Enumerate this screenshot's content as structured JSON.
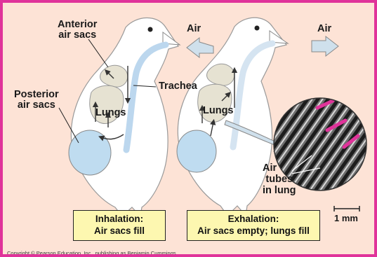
{
  "labels": {
    "anterior_air_sacs": [
      "Anterior",
      "air sacs"
    ],
    "posterior_air_sacs": [
      "Posterior",
      "air sacs"
    ],
    "trachea": "Trachea",
    "lungs_left": "Lungs",
    "lungs_right": "Lungs",
    "air_in": "Air",
    "air_out": "Air",
    "air_tubes": [
      "Air",
      "tubes",
      "in lung"
    ],
    "scale_bar": "1 mm"
  },
  "boxes": {
    "inhalation": {
      "title": "Inhalation:",
      "text": "Air sacs fill"
    },
    "exhalation": {
      "title": "Exhalation:",
      "text": "Air sacs empty; lungs fill"
    }
  },
  "copyright": "Copyright © Pearson Education, Inc., publishing as Benjamin Cummings.",
  "colors": {
    "background": "#fde3d6",
    "border": "#e0339a",
    "bird_body": "#ffffff",
    "air_sac": "#bfdcf0",
    "lung": "#e6e2d2",
    "trachea": "#cfe3f3",
    "arrow": "#cfe0ec",
    "label_box": "#fdf7b0",
    "magenta_accent": "#e0339a"
  }
}
